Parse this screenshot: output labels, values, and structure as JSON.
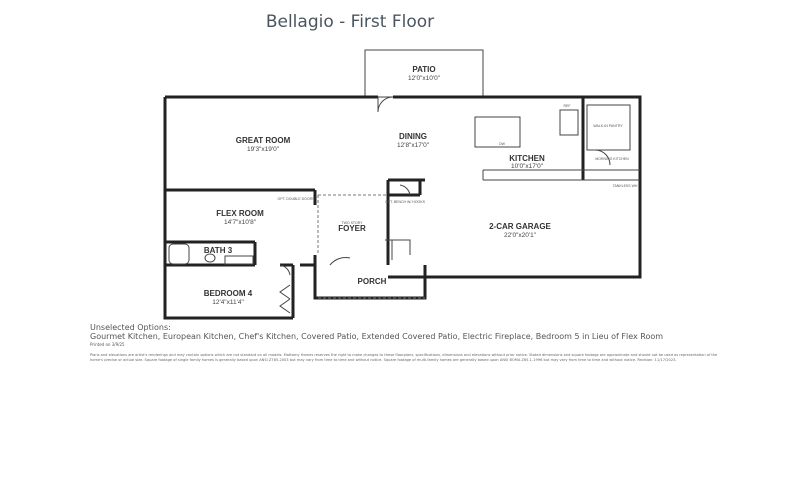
{
  "title": "Bellagio - First Floor",
  "rooms": {
    "patio": {
      "name": "PATIO",
      "dims": "12'0\"x10'0\""
    },
    "great_room": {
      "name": "GREAT ROOM",
      "dims": "19'3\"x19'0\""
    },
    "dining": {
      "name": "DINING",
      "dims": "12'8\"x17'0\""
    },
    "kitchen": {
      "name": "KITCHEN",
      "dims": "10'0\"x17'0\""
    },
    "flex_room": {
      "name": "FLEX ROOM",
      "dims": "14'7\"x10'8\""
    },
    "foyer": {
      "name": "FOYER",
      "note": "TWO STORY"
    },
    "garage": {
      "name": "2-CAR GARAGE",
      "dims": "22'0\"x20'1\""
    },
    "bath3": {
      "name": "BATH 3"
    },
    "bedroom4": {
      "name": "BEDROOM 4",
      "dims": "12'4\"x11'4\""
    },
    "porch": {
      "name": "PORCH"
    }
  },
  "labels": {
    "walk_in_pantry": "WALK-IN PANTRY",
    "morning_kitchen": "MORNING KITCHEN",
    "opt_double_doors": "OPT. DOUBLE DOORS",
    "opt_bench": "OPT. BENCH W/ HOOKS",
    "tankless": "TANKLESS WH",
    "dw": "DW",
    "ref": "REF"
  },
  "notes": {
    "heading": "Unselected Options:",
    "options": "Gourmet Kitchen, European Kitchen, Chef's Kitchen, Covered Patio, Extended Covered Patio, Electric Fireplace, Bedroom 5 in Lieu of Flex Room",
    "printed": "Printed on 3/9/25",
    "disclaimer": "Plans and elevations are artist's renderings and may contain options which are not standard on all models. Mattamy Homes reserves the right to make changes to these floorplans, specifications, dimensions and elevations without prior notice. Stated dimensions and square footage are approximate and should not be used as representation of the home's precise or actual size. Square footage of single family homes is generally based upon ANSI Z765-2003 but may vary from time to time and without notice. Square footage of multi-family homes are generally based upon ANSI BOMA Z65.1-1996 but may vary from time to time and without notice. Revision: 11/17/2023."
  }
}
